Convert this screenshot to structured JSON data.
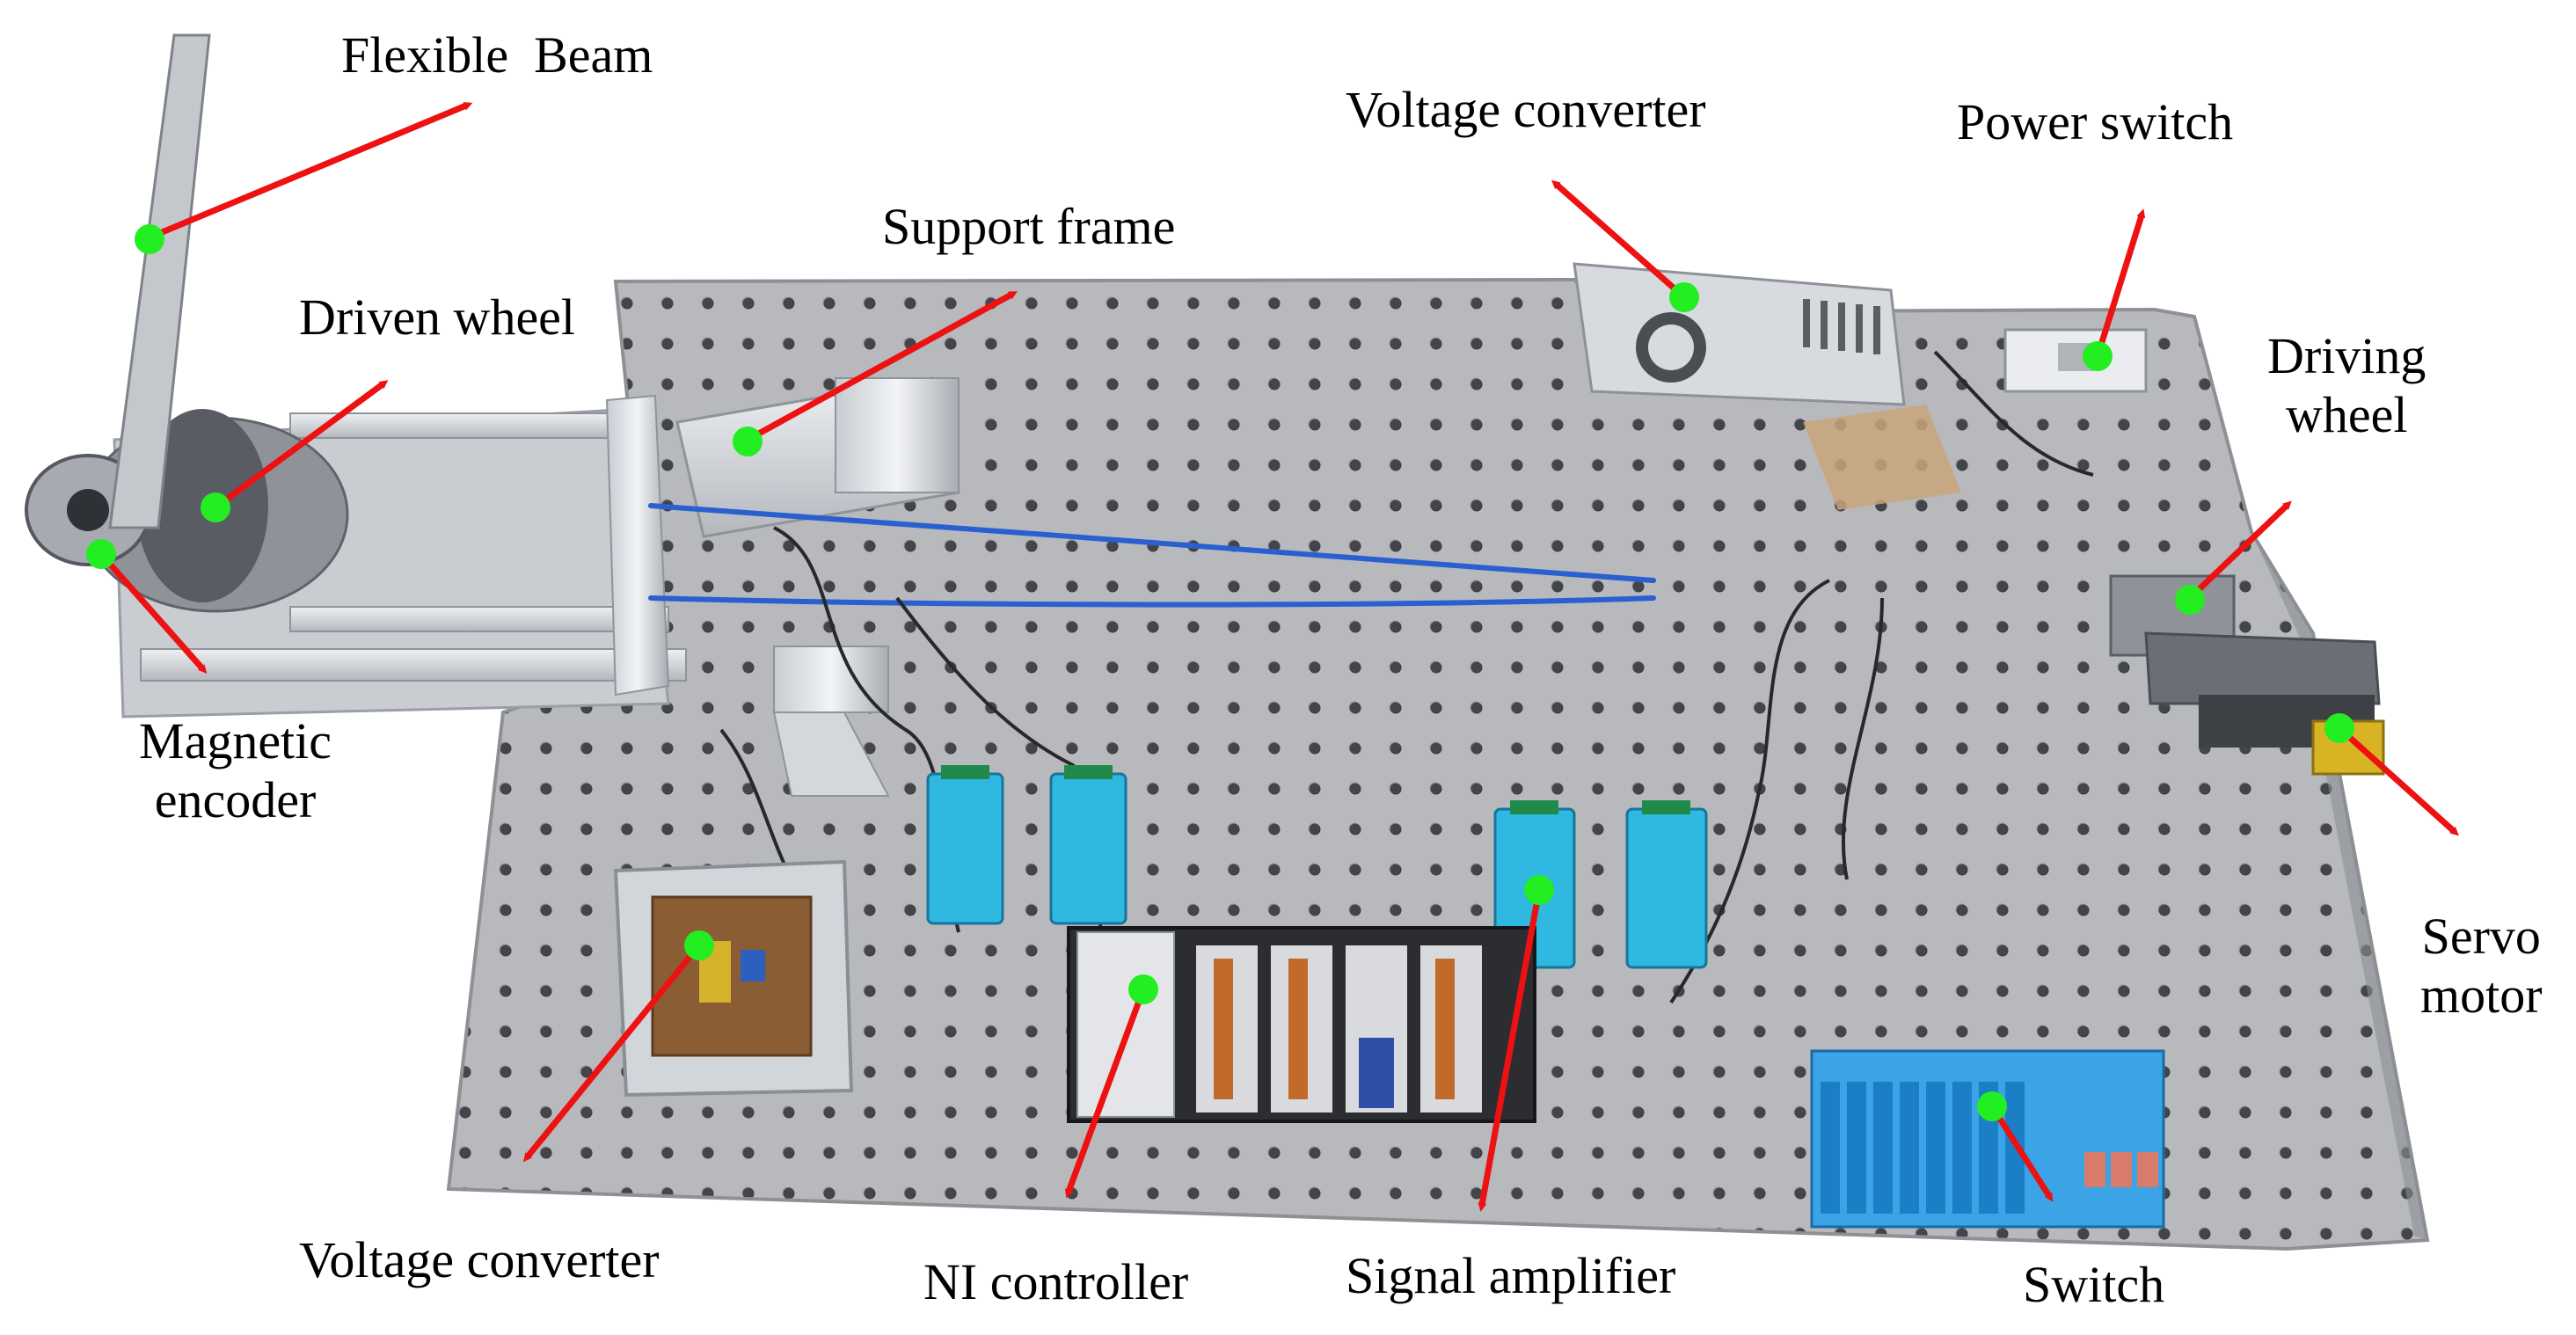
{
  "figure": {
    "labels": {
      "flexible_beam": "Flexible  Beam",
      "voltage_converter_top": "Voltage converter",
      "power_switch": "Power switch",
      "support_frame": "Support frame",
      "driven_wheel": "Driven wheel",
      "driving_wheel": "Driving\nwheel",
      "magnetic_encoder": "Magnetic\nencoder",
      "servo_motor": "Servo\nmotor",
      "voltage_converter_bottom": "Voltage converter",
      "ni_controller": "NI controller",
      "signal_amplifier": "Signal amplifier",
      "switch": "Switch"
    },
    "colors": {
      "plate": "#b7b9bd",
      "plate_dark": "#9d9fa3",
      "hole": "#3a3c40",
      "arrow": "#ee1111",
      "marker": "#22ee22",
      "aluminum": "#d4d7dc",
      "cable_blue": "#2a5fd0",
      "module_cyan": "#2fb8e0",
      "relay_blue": "#3aa4e6"
    }
  }
}
